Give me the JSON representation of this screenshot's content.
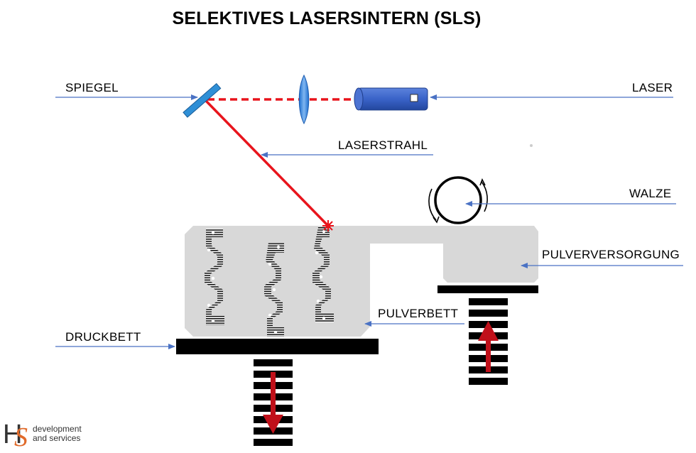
{
  "title": "SELEKTIVES LASERSINTERN (SLS)",
  "labels": {
    "spiegel": "SPIEGEL",
    "laser": "LASER",
    "laserstrahl": "LASERSTRAHL",
    "walze": "WALZE",
    "pulverversorgung": "PULVERVERSORGUNG",
    "pulverbett": "PULVERBETT",
    "druckbett": "DRUCKBETT"
  },
  "logo": {
    "mark": "HS",
    "line1": "development",
    "line2": "and services"
  },
  "colors": {
    "laser_beam": "#e8141c",
    "laser_body": "#3a63c8",
    "mirror": "#2f8fd6",
    "leader": "#4a72c4",
    "powder": "#d8d8d8",
    "piston": "#000000",
    "motion_arrow": "#c0101a",
    "logo_accent": "#e06a2a"
  },
  "icons": [
    "mirror-icon",
    "lens-icon",
    "laser-icon",
    "roller-icon",
    "rotation-arrow-icon",
    "down-arrow-icon",
    "up-arrow-icon"
  ]
}
